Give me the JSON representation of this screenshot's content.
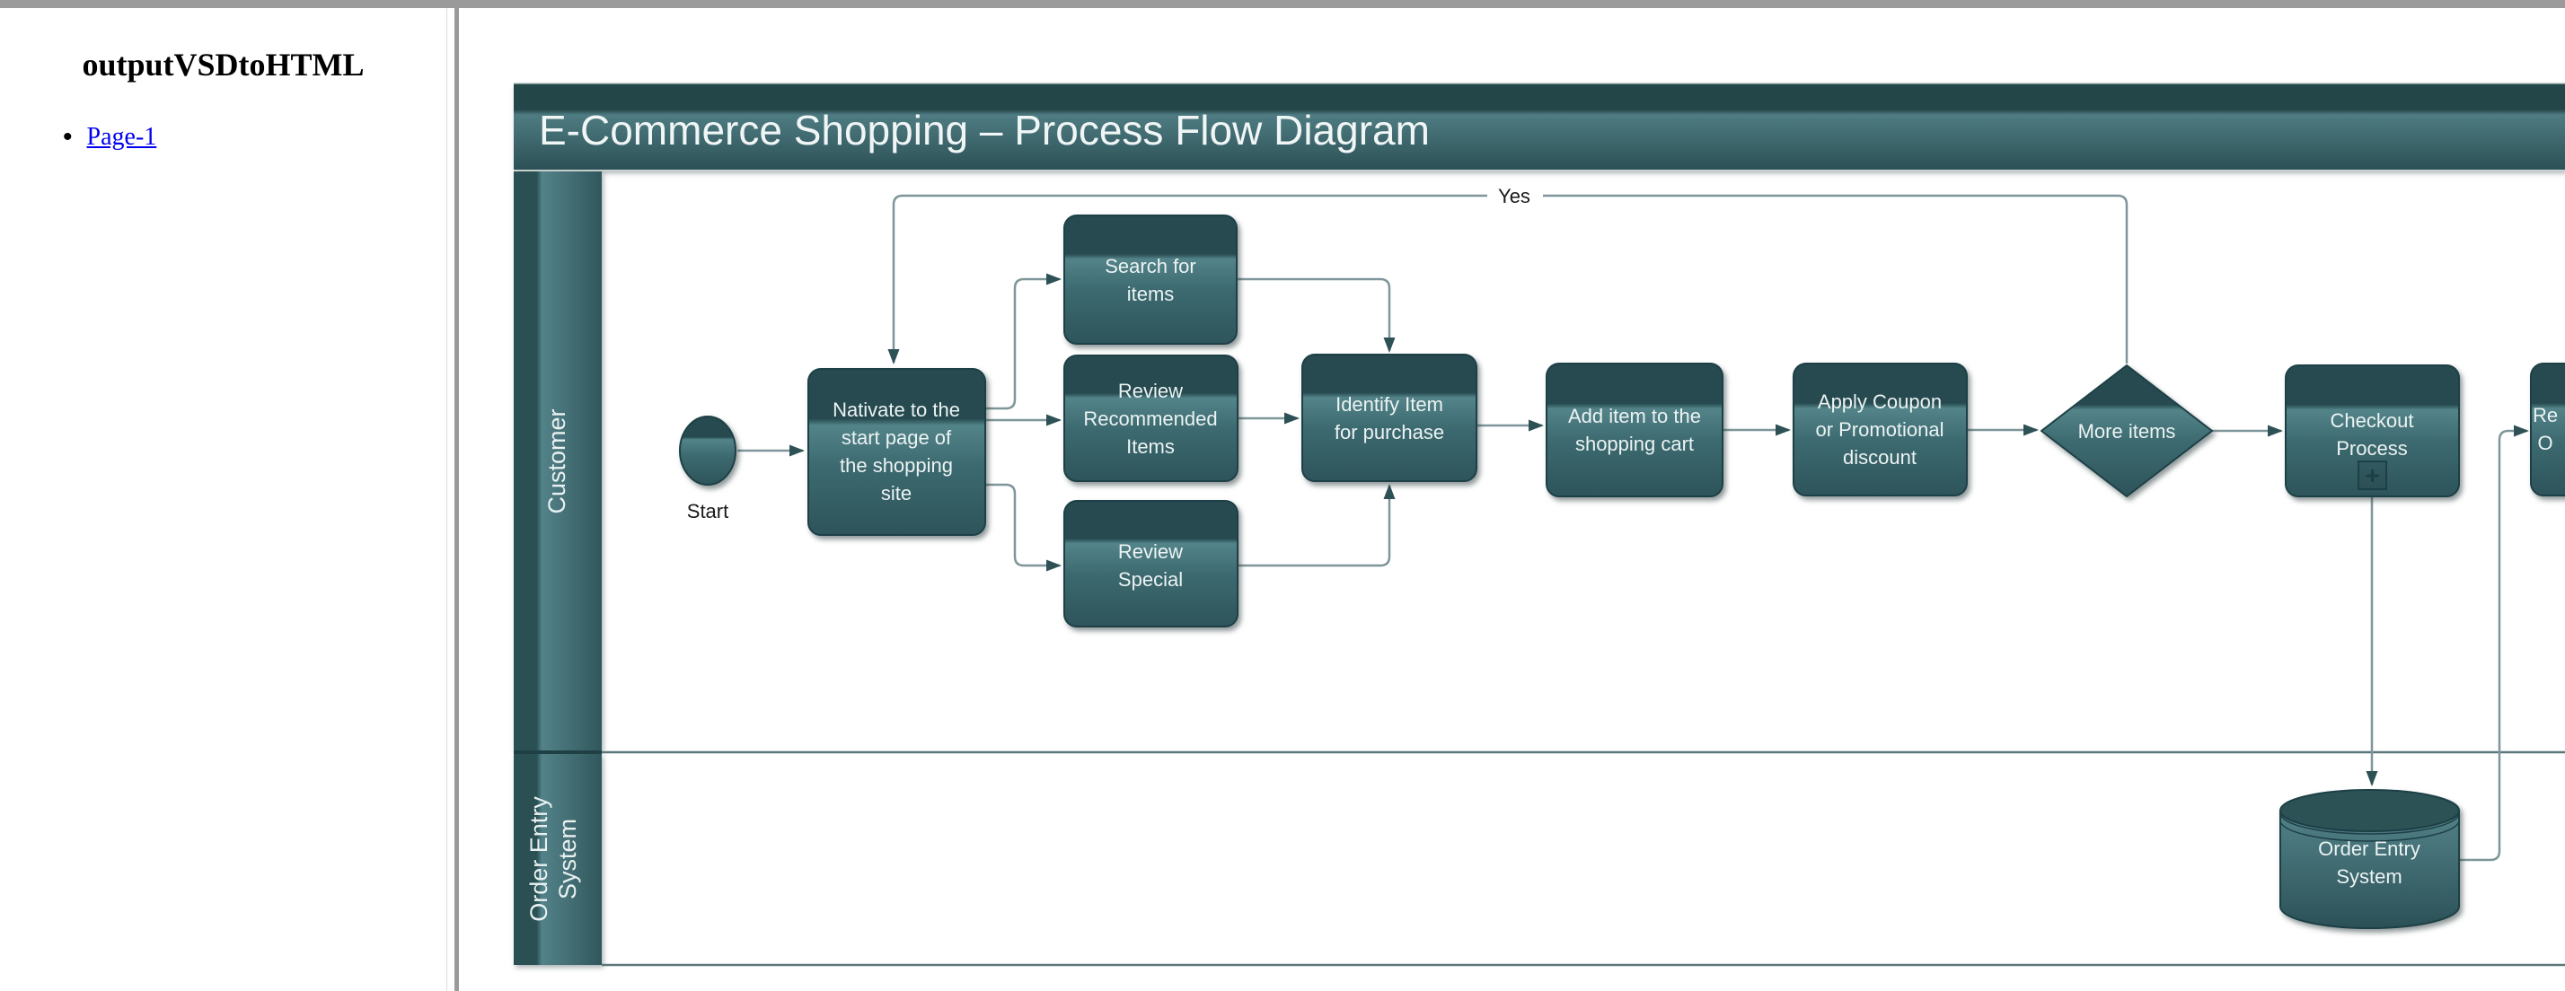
{
  "sidebar": {
    "title": "outputVSDtoHTML",
    "bullet": "•",
    "pages": [
      {
        "label": "Page-1"
      }
    ]
  },
  "diagram": {
    "title": "E-Commerce Shopping – Process Flow Diagram",
    "lanes": [
      {
        "lines": [
          "Customer"
        ]
      },
      {
        "lines": [
          "Order Entry",
          "System"
        ]
      }
    ],
    "shapes": {
      "start": {
        "type": "start-ellipse",
        "label": "Start"
      },
      "navigate": {
        "type": "process",
        "lines": [
          "Nativate to the",
          "start page of",
          "the shopping",
          "site"
        ]
      },
      "search": {
        "type": "process",
        "lines": [
          "Search for",
          "items"
        ]
      },
      "review_recommended": {
        "type": "process",
        "lines": [
          "Review",
          "Recommended",
          "Items"
        ]
      },
      "review_special": {
        "type": "process",
        "lines": [
          "Review",
          "Special"
        ]
      },
      "identify": {
        "type": "process",
        "lines": [
          "Identify Item",
          "for purchase"
        ]
      },
      "add_item": {
        "type": "process",
        "lines": [
          "Add item to the",
          "shopping cart"
        ]
      },
      "apply_coupon": {
        "type": "process",
        "lines": [
          "Apply Coupon",
          "or Promotional",
          "discount"
        ]
      },
      "more_items": {
        "type": "decision",
        "lines": [
          "More items"
        ]
      },
      "checkout": {
        "type": "subprocess",
        "lines": [
          "Checkout",
          "Process"
        ],
        "subprocess_marker": "+"
      },
      "receive_partial": {
        "type": "process-clipped",
        "lines": [
          "Re",
          "O"
        ]
      },
      "order_entry_db": {
        "type": "cylinder",
        "lines": [
          "Order Entry",
          "System"
        ]
      }
    },
    "connector_labels": {
      "yes": "Yes"
    },
    "colors": {
      "shape_teal_dark": "#264a4f",
      "shape_teal_light": "#538489",
      "title_bar_dark": "#234649",
      "title_bar_light": "#4e7c82",
      "connector_line": "#7e9699",
      "arrowhead": "#2e5156",
      "lane_line": "#5b7779",
      "shape_text": "#ecf3f3",
      "link_blue": "#0000EE",
      "chrome_gray": "#9a9a9a"
    }
  }
}
